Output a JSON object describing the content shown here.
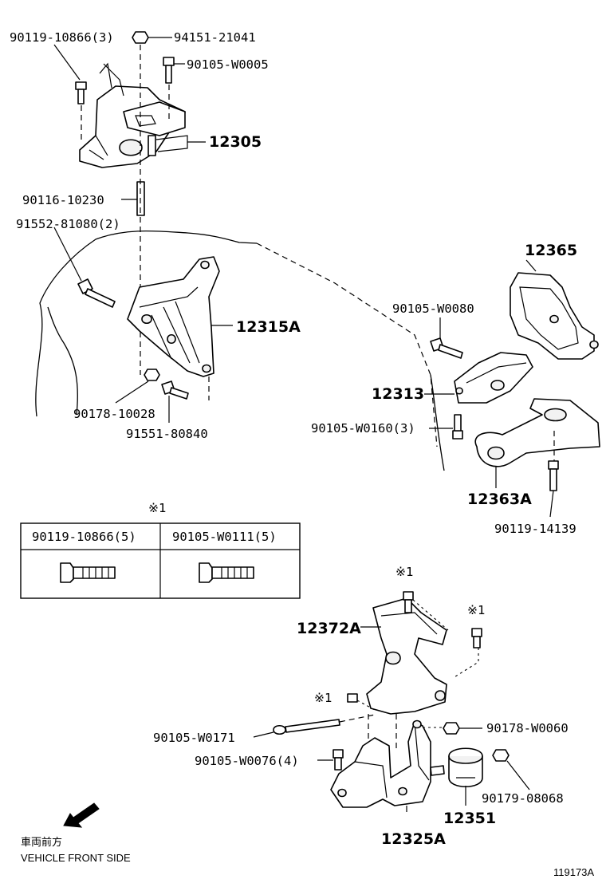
{
  "labels": {
    "p94151_21041": "94151-21041",
    "p90119_10866_3": "90119-10866(3)",
    "p90105_w0005": "90105-W0005",
    "p12305": "12305",
    "p90116_10230": "90116-10230",
    "p91552_81080_2": "91552-81080(2)",
    "p12315a": "12315A",
    "p90178_10028": "90178-10028",
    "p91551_80840": "91551-80840",
    "p12365": "12365",
    "p90105_w0080": "90105-W0080",
    "p12313": "12313",
    "p90105_w0160_3": "90105-W0160(3)",
    "p12363a": "12363A",
    "p90119_14139": "90119-14139",
    "p12372a": "12372A",
    "p90105_w0171": "90105-W0171",
    "p90178_w0060": "90178-W0060",
    "p90105_w0076_4": "90105-W0076(4)",
    "p90179_08068": "90179-08068",
    "p12351": "12351",
    "p12325a": "12325A"
  },
  "note_marks": {
    "table": "※1",
    "bracket_top": "※1",
    "bracket_right": "※1",
    "bracket_left": "※1"
  },
  "table": {
    "col1_header": "90119-10866(5)",
    "col2_header": "90105-W0111(5)"
  },
  "front": {
    "jp": "車両前方",
    "en": "VEHICLE FRONT SIDE"
  },
  "figure_id": "119173A",
  "icons": [
    "bolt-icon",
    "nut-icon",
    "vehicle-front-arrow-icon"
  ]
}
